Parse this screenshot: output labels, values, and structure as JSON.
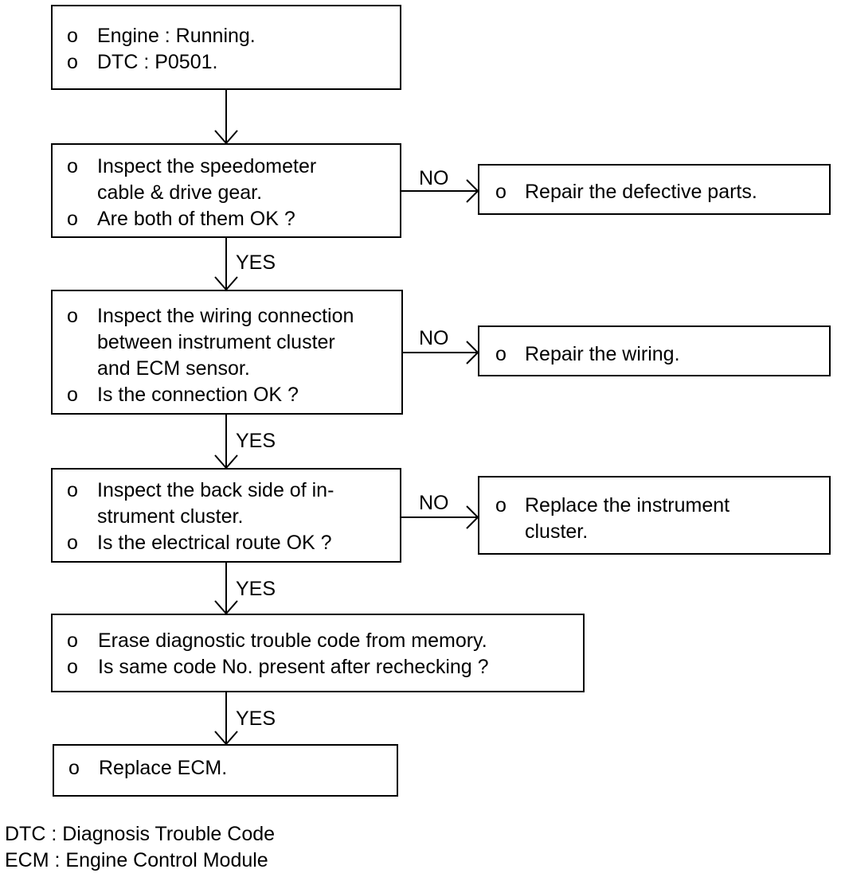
{
  "bullet": "o",
  "boxes": {
    "start": {
      "lines": [
        "Engine : Running.",
        "DTC : P0501."
      ]
    },
    "speedo": {
      "lines": [
        "Inspect the speedometer",
        "cable & drive gear.",
        "Are both of them OK ?"
      ]
    },
    "repair_parts": {
      "lines": [
        "Repair the defective parts."
      ]
    },
    "wiring": {
      "lines": [
        "Inspect the wiring connection",
        "between instrument cluster",
        "and ECM sensor.",
        "Is the connection OK ?"
      ]
    },
    "repair_wiring": {
      "lines": [
        "Repair the wiring."
      ]
    },
    "backside": {
      "lines": [
        "Inspect the back side of in-",
        "strument cluster.",
        "Is the electrical route OK ?"
      ]
    },
    "replace_cluster": {
      "lines": [
        "Replace the instrument",
        "cluster."
      ]
    },
    "erase": {
      "lines": [
        "Erase diagnostic trouble code from memory.",
        "Is same code No. present after rechecking ?"
      ]
    },
    "replace_ecm": {
      "lines": [
        "Replace ECM."
      ]
    }
  },
  "labels": {
    "yes": "YES",
    "no": "NO"
  },
  "legend": {
    "dtc": "DTC : Diagnosis Trouble Code",
    "ecm": "ECM : Engine Control Module"
  }
}
